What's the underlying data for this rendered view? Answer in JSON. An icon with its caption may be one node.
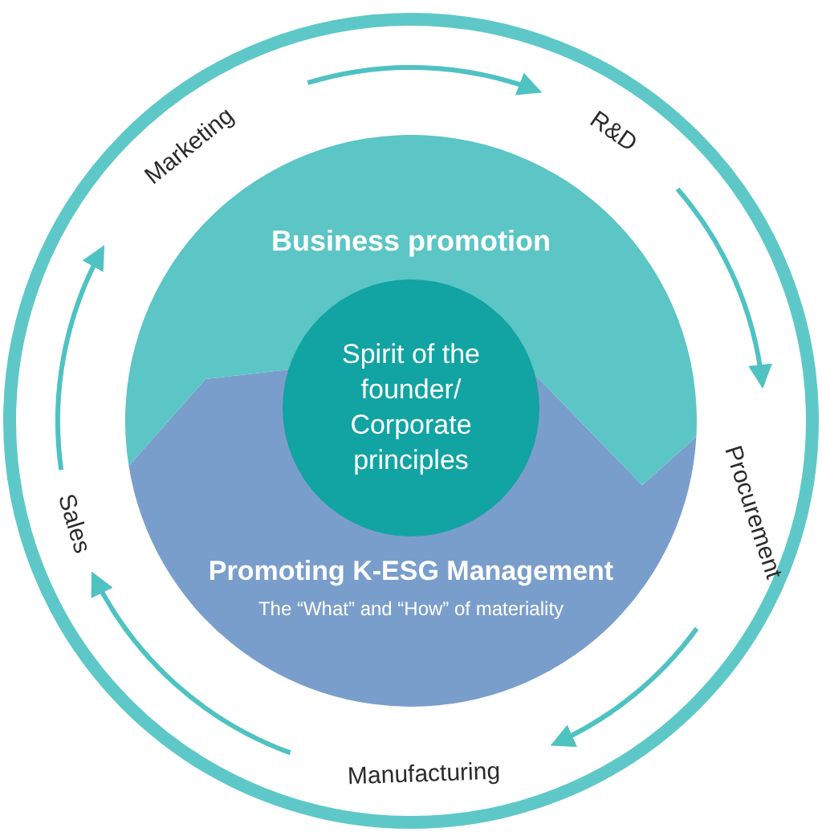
{
  "diagram": {
    "nodes": [
      {
        "text": [
          "Marketing"
        ]
      },
      {
        "text": [
          "R&D"
        ]
      },
      {
        "text": [
          "Procurement"
        ]
      },
      {
        "text": [
          "Manufacturing"
        ]
      },
      {
        "text": [
          "Sales"
        ]
      },
      {
        "text": [
          "Business promotion"
        ]
      },
      {
        "text": [
          "Promoting K-ESG Management",
          "The “What” and “How” of materiality"
        ]
      },
      {
        "text": [
          "Spirit of the founder/ Corporate principles"
        ]
      }
    ],
    "edges": [
      {
        "from": 0,
        "to": 1,
        "arrow": "to"
      },
      {
        "from": 1,
        "to": 2,
        "arrow": "to"
      },
      {
        "from": 2,
        "to": 3,
        "arrow": "to"
      },
      {
        "from": 3,
        "to": 4,
        "arrow": "to"
      },
      {
        "from": 4,
        "to": 0,
        "arrow": "to"
      }
    ]
  }
}
